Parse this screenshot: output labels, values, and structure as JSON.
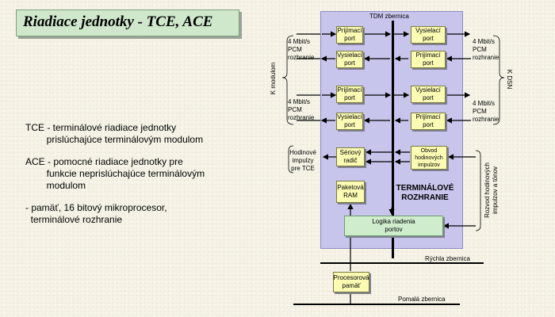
{
  "title": "Riadiace jednotky - TCE, ACE",
  "left_text": {
    "tce_line1": "TCE - terminálové riadiace jednotky",
    "tce_line2": "        prislúchajúce terminálovým modulom",
    "ace_line1": "ACE - pomocné riadiace jednotky pre",
    "ace_line2": "        funkcie neprislúchajúce terminálovým",
    "ace_line3": "        modulom",
    "mem_line1": "- pamäť, 16 bitový mikroprocesor,",
    "mem_line2": "  terminálové rozhranie"
  },
  "diagram": {
    "tdm_bus": "TDM zbernica",
    "ports": {
      "l1": [
        "Prijímací",
        "port"
      ],
      "l2": [
        "Vysielací",
        "port"
      ],
      "l3": [
        "Prijímací",
        "port"
      ],
      "l4": [
        "Vysielací",
        "port"
      ],
      "r1": [
        "Vysielací",
        "port"
      ],
      "r2": [
        "Prijímací",
        "port"
      ],
      "r3": [
        "Vysielací",
        "port"
      ],
      "r4": [
        "Prijímací",
        "port"
      ],
      "serial": [
        "Sériový",
        "radič"
      ],
      "clock": [
        "Obvod",
        "hodinových",
        "impulzov"
      ],
      "packet_ram": [
        "Paketová",
        "RAM"
      ],
      "proc_mem": [
        "Procesorová",
        "pamäť"
      ]
    },
    "logic": [
      "Logika riadenia",
      "portov"
    ],
    "terminal_iface": [
      "TERMINÁLOVÉ",
      "ROZHRANIE"
    ],
    "pcm_left_top": [
      "4 Mbit/s",
      "PCM",
      "rozhranie"
    ],
    "pcm_left_bottom": [
      "4 Mbit/s",
      "PCM",
      "rozhranie"
    ],
    "pcm_right_top": [
      "4 Mbit/s",
      "PCM",
      "rozhranie"
    ],
    "pcm_right_bottom": [
      "4 Mbit/s",
      "PCM",
      "rozhranie"
    ],
    "k_modulom": "K modulom",
    "k_dsn": "K DSN",
    "clock_pulses": [
      "Hodinové",
      "impulzy",
      "pre TCE"
    ],
    "rozvod": [
      "Rozvod hodinových",
      "impulzov a tónov"
    ],
    "fast_bus": "Rýchla zbernica",
    "slow_bus": "Pomalá zbernica"
  }
}
